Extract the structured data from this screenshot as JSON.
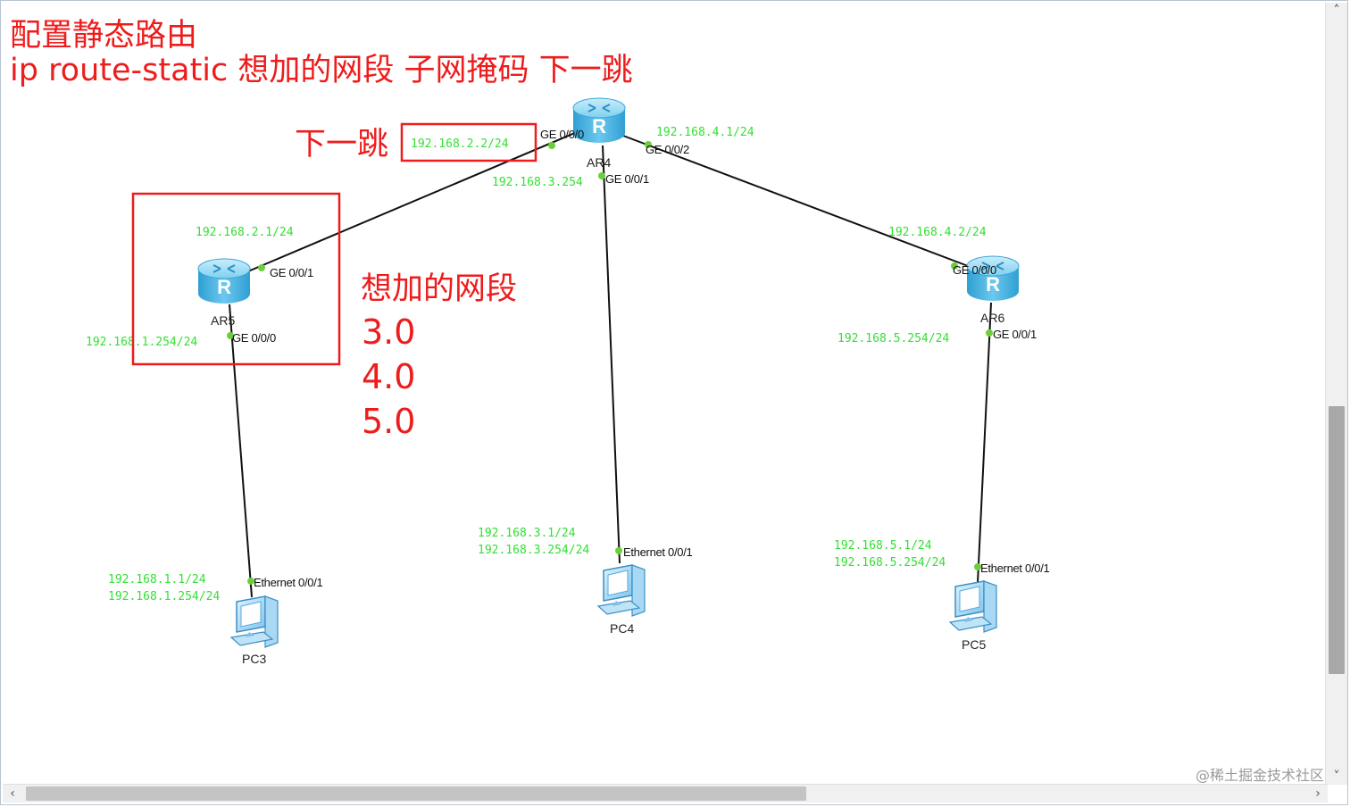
{
  "annotations": {
    "title_line1": "配置静态路由",
    "title_line2": "ip route-static 想加的网段 子网掩码 下一跳",
    "next_hop_label": "下一跳",
    "desired_networks_label": "想加的网段",
    "networks": [
      "3.0",
      "4.0",
      "5.0"
    ],
    "highlight_color": "#ee1c1c"
  },
  "devices": {
    "ar4": {
      "name": "AR4",
      "type": "router"
    },
    "ar5": {
      "name": "AR5",
      "type": "router"
    },
    "ar6": {
      "name": "AR6",
      "type": "router"
    },
    "pc3": {
      "name": "PC3",
      "type": "pc"
    },
    "pc4": {
      "name": "PC4",
      "type": "pc"
    },
    "pc5": {
      "name": "PC5",
      "type": "pc"
    }
  },
  "ports": {
    "ar4_g0": "GE 0/0/0",
    "ar4_g1": "GE 0/0/1",
    "ar4_g2": "GE 0/0/2",
    "ar5_g1": "GE 0/0/1",
    "ar5_g0": "GE 0/0/0",
    "ar6_g0": "GE 0/0/0",
    "ar6_g1": "GE 0/0/1",
    "pc3_eth": "Ethernet 0/0/1",
    "pc4_eth": "Ethernet 0/0/1",
    "pc5_eth": "Ethernet 0/0/1"
  },
  "ip_labels": {
    "ar4_g0": "192.168.2.2/24",
    "ar4_g2": "192.168.4.1/24",
    "ar4_g1": "192.168.3.254",
    "ar5_g1": "192.168.2.1/24",
    "ar5_g0": "192.168.1.254/24",
    "ar6_g0": "192.168.4.2/24",
    "ar6_g1": "192.168.5.254/24",
    "pc3_ip": "192.168.1.1/24",
    "pc3_gw": "192.168.1.254/24",
    "pc4_ip": "192.168.3.1/24",
    "pc4_gw": "192.168.3.254/24",
    "pc5_ip": "192.168.5.1/24",
    "pc5_gw": "192.168.5.254/24"
  },
  "colors": {
    "ip_text": "#33e033",
    "port_dot": "#6ccf3a",
    "router_body": "#4fb8e4",
    "link": "#111111"
  },
  "watermark": "@稀土掘金技术社区"
}
